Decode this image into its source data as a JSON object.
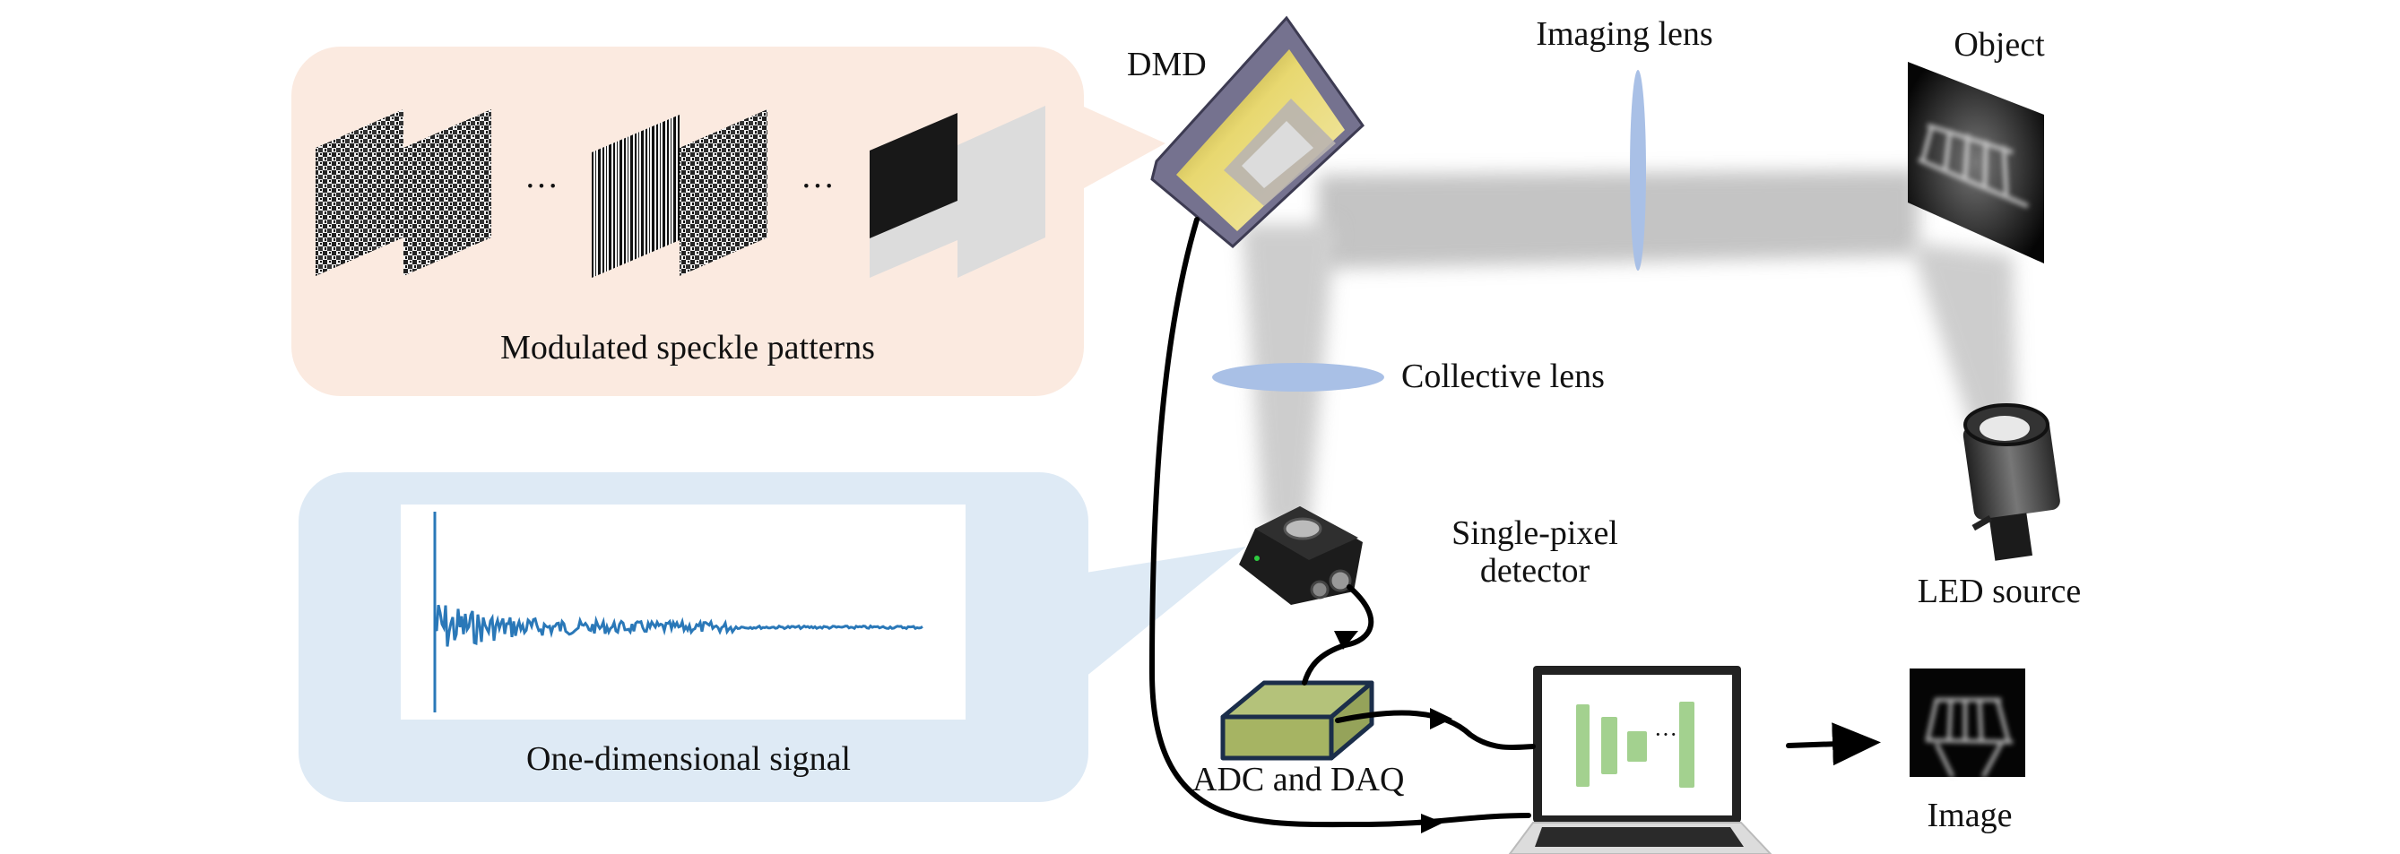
{
  "figure": {
    "description": "Single-pixel imaging experimental setup schematic",
    "colors": {
      "speckle_panel_bg": "#fbeae0",
      "signal_panel_bg": "#deeaf5",
      "lens": "#a9c0e6",
      "beam": "#b8b8b8",
      "signal_line": "#2a78b8",
      "adc_top": "#b4c27a",
      "adc_side": "#9cab5e",
      "adc_border": "#1b2e4a",
      "network_block": "#a3d18f",
      "dmd_frame": "#75728f",
      "dmd_gold": "#d9c660"
    }
  },
  "panels": {
    "speckle": {
      "caption": "Modulated speckle patterns",
      "ellipsis_1": "···",
      "ellipsis_2": "···",
      "pattern_kinds": [
        "random-speckle",
        "random-speckle",
        "vertical-stripes",
        "random-speckle",
        "half-black",
        "uniform-gray"
      ]
    },
    "signal": {
      "caption": "One-dimensional signal"
    }
  },
  "components": {
    "dmd": "DMD",
    "imaging_lens": "Imaging lens",
    "object": "Object",
    "collective_lens": "Collective lens",
    "detector_line1": "Single-pixel",
    "detector_line2": "detector",
    "led_source": "LED source",
    "adc": "ADC and DAQ",
    "network_ellipsis": "···",
    "image": "Image"
  }
}
